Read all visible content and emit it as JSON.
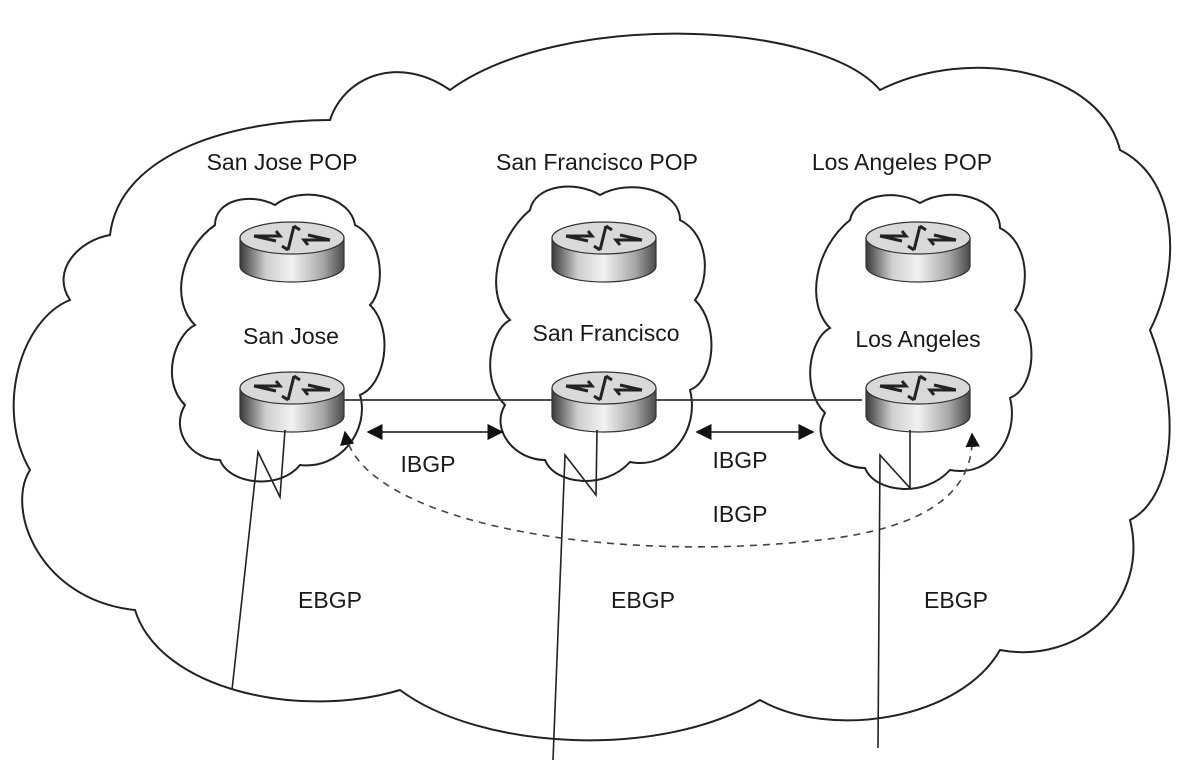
{
  "pops": [
    {
      "title": "San Jose POP",
      "router": "San Jose"
    },
    {
      "title": "San Francisco POP",
      "router": "San Francisco"
    },
    {
      "title": "Los Angeles POP",
      "router": "Los Angeles"
    }
  ],
  "sessions": {
    "ibgp_left": "IBGP",
    "ibgp_right": "IBGP",
    "ibgp_dashed": "IBGP",
    "ebgp": [
      "EBGP",
      "EBGP",
      "EBGP"
    ]
  }
}
